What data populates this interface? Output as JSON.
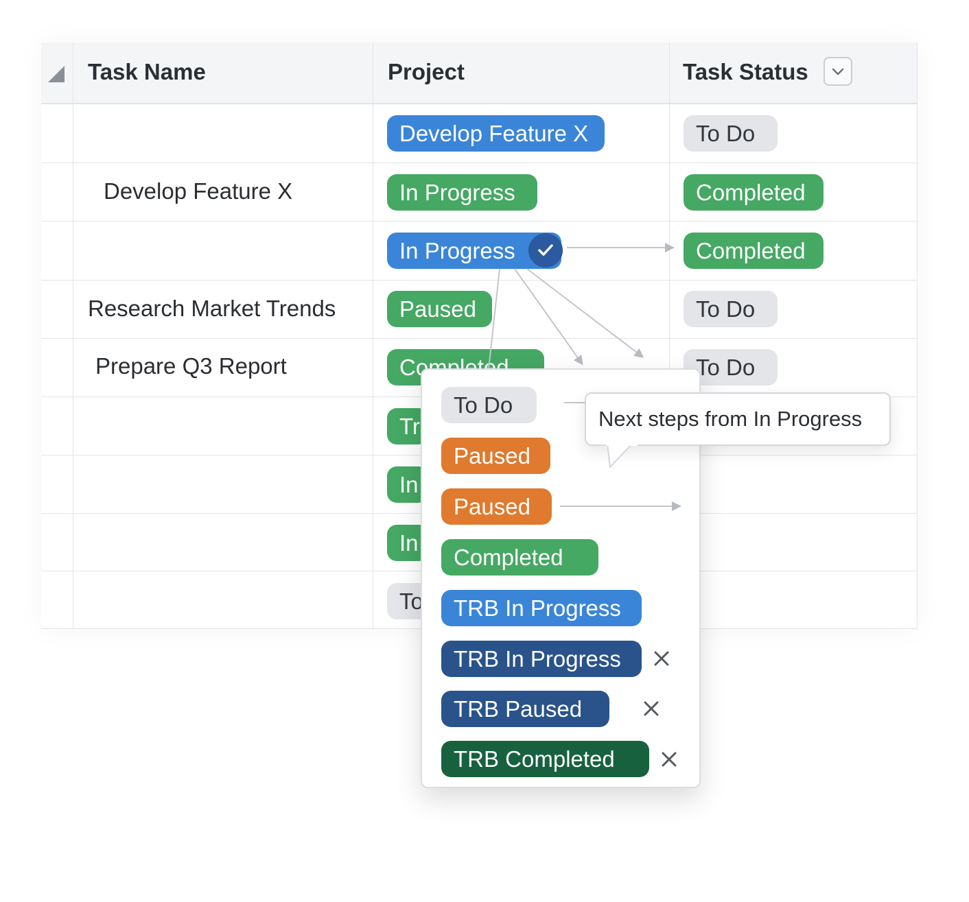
{
  "table": {
    "headers": {
      "task_name": "Task Name",
      "project": "Project",
      "task_status": "Task Status"
    },
    "rows": [
      {
        "task_name": "",
        "project": "Develop Feature X",
        "status": "To Do"
      },
      {
        "task_name": "Develop Feature X",
        "project": "In Progress",
        "status": "Completed"
      },
      {
        "task_name": "",
        "project": "In Progress",
        "status": "Completed"
      },
      {
        "task_name": "Research Market Trends",
        "project": "Paused",
        "status": "To Do"
      },
      {
        "task_name": "Prepare Q3 Report",
        "project": "Completed",
        "status": "To Do"
      },
      {
        "task_name": "",
        "project": "Tr",
        "status": ""
      },
      {
        "task_name": "",
        "project": "In",
        "status": ""
      },
      {
        "task_name": "",
        "project": "In",
        "status": ""
      },
      {
        "task_name": "",
        "project": "To",
        "status": ""
      }
    ]
  },
  "dropdown": {
    "options": [
      {
        "label": "To Do",
        "color": "#e3e5e8"
      },
      {
        "label": "Paused",
        "color": "#df7a2e"
      },
      {
        "label": "Paused",
        "color": "#df7a2e"
      },
      {
        "label": "Completed",
        "color": "#45a863"
      },
      {
        "label": "TRB In Progress",
        "color": "#3a85d8"
      },
      {
        "label": "TRB In Progress",
        "color": "#29538a"
      },
      {
        "label": "TRB Paused",
        "color": "#29538a"
      },
      {
        "label": "TRB Completed",
        "color": "#17613f"
      }
    ],
    "tooltip": "Next steps from In Progress"
  },
  "icons": {
    "header_dropdown": "chevron-down-icon",
    "selected_check": "checkmark-icon",
    "remove": "close-icon",
    "sort": "sort-triangle-icon"
  }
}
